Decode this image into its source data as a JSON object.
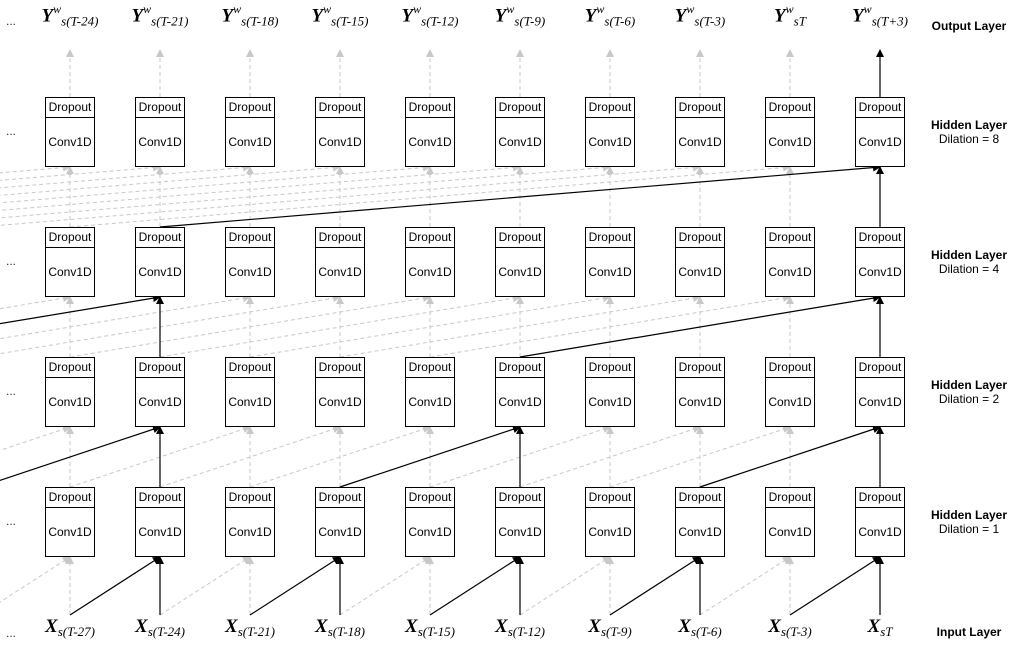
{
  "input_labels": [
    {
      "base": "X",
      "sub": "s(T-27)"
    },
    {
      "base": "X",
      "sub": "s(T-24)"
    },
    {
      "base": "X",
      "sub": "s(T-21)"
    },
    {
      "base": "X",
      "sub": "s(T-18)"
    },
    {
      "base": "X",
      "sub": "s(T-15)"
    },
    {
      "base": "X",
      "sub": "s(T-12)"
    },
    {
      "base": "X",
      "sub": "s(T-9)"
    },
    {
      "base": "X",
      "sub": "s(T-6)"
    },
    {
      "base": "X",
      "sub": "s(T-3)"
    },
    {
      "base": "X",
      "sub": "sT"
    }
  ],
  "output_labels": [
    {
      "base": "Y",
      "sup": "w",
      "sub": "s(T-24)"
    },
    {
      "base": "Y",
      "sup": "w",
      "sub": "s(T-21)"
    },
    {
      "base": "Y",
      "sup": "w",
      "sub": "s(T-18)"
    },
    {
      "base": "Y",
      "sup": "w",
      "sub": "s(T-15)"
    },
    {
      "base": "Y",
      "sup": "w",
      "sub": "s(T-12)"
    },
    {
      "base": "Y",
      "sup": "w",
      "sub": "s(T-9)"
    },
    {
      "base": "Y",
      "sup": "w",
      "sub": "s(T-6)"
    },
    {
      "base": "Y",
      "sup": "w",
      "sub": "s(T-3)"
    },
    {
      "base": "Y",
      "sup": "w",
      "sub": "sT"
    },
    {
      "base": "Y",
      "sup": "w",
      "sub": "s(T+3)"
    }
  ],
  "block": {
    "top": "Dropout",
    "bottom": "Conv1D"
  },
  "ellipsis": "...",
  "layers": {
    "output": "Output Layer",
    "input": "Input Layer",
    "hidden": [
      {
        "title": "Hidden Layer",
        "dilation_text": "Dilation = 8",
        "dilation": 8
      },
      {
        "title": "Hidden Layer",
        "dilation_text": "Dilation = 4",
        "dilation": 4
      },
      {
        "title": "Hidden Layer",
        "dilation_text": "Dilation = 2",
        "dilation": 2
      },
      {
        "title": "Hidden Layer",
        "dilation_text": "Dilation = 1",
        "dilation": 1
      }
    ]
  },
  "colors": {
    "active": "#000000",
    "inactive": "#c8c8c8"
  }
}
